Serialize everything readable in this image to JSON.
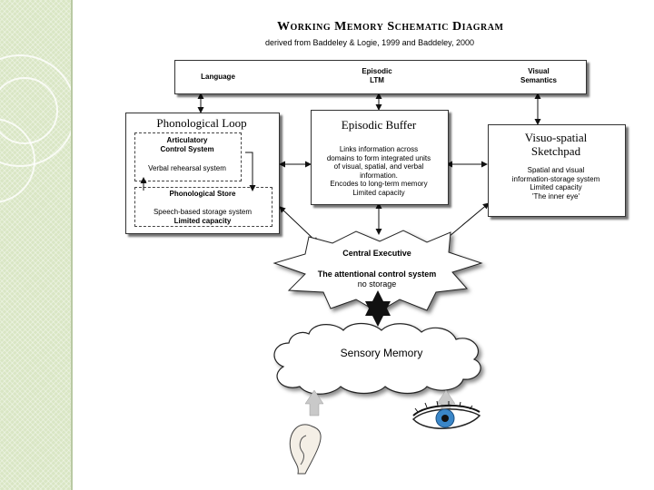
{
  "diagram": {
    "title": "Working Memory Schematic Diagram",
    "subtitle": "derived from Baddeley & Logie, 1999 and Baddeley, 2000",
    "ltm_bar": {
      "language": "Language",
      "episodic_ltm_line1": "Episodic",
      "episodic_ltm_line2": "LTM",
      "visual_semantics_line1": "Visual",
      "visual_semantics_line2": "Semantics"
    },
    "phonological_loop": {
      "title": "Phonological Loop",
      "articulatory_title_line1": "Articulatory",
      "articulatory_title_line2": "Control System",
      "verbal_rehearsal": "Verbal rehearsal system",
      "store_title": "Phonological Store",
      "store_line1": "Speech-based storage system",
      "store_line2": "Limited capacity"
    },
    "episodic_buffer": {
      "title": "Episodic Buffer",
      "line1": "Links information across",
      "line2": "domains to form integrated units",
      "line3": "of visual, spatial, and verbal",
      "line4": "information.",
      "line5": "Encodes to long-term memory",
      "line6": "Limited capacity"
    },
    "visuo_spatial": {
      "title_line1": "Visuo-spatial",
      "title_line2": "Sketchpad",
      "line1": "Spatial and visual",
      "line2": "information-storage system",
      "line3": "Limited capacity",
      "line4": "'The inner eye'"
    },
    "central_executive": {
      "title": "Central Executive",
      "line1": "The attentional control system",
      "line2": "no storage"
    },
    "sensory_memory": {
      "label": "Sensory Memory"
    }
  },
  "icons": [
    "ear-icon",
    "eye-icon"
  ]
}
